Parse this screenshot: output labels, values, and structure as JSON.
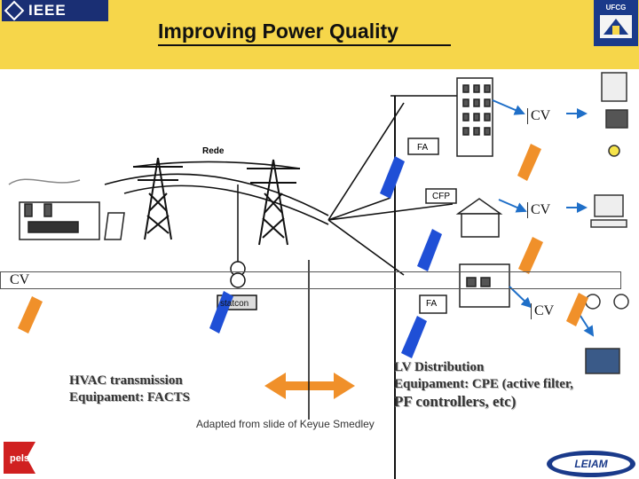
{
  "header": {
    "title": "Improving Power Quality",
    "ieee_logo_text": "IEEE",
    "ufcg_logo_text": "UFCG",
    "background_color": "#f6d64a"
  },
  "diagram": {
    "labels": {
      "rede": "Rede",
      "fa_upper": "FA",
      "cfp": "CFP",
      "fa_lower": "FA",
      "statcon": "statcon"
    },
    "cv_labels": {
      "top": "CV",
      "middle": "CV",
      "lower": "CV",
      "left": "CV"
    },
    "hvac_text": [
      "HVAC transmission",
      "Equipament: FACTS"
    ],
    "lv_text": [
      "LV Distribution",
      "Equipament: CPE (active filter,",
      "PF controllers, etc)"
    ],
    "credit": "Adapted from slide of Keyue Smedley",
    "arrow_colors": {
      "blue": "#1f4fd6",
      "orange": "#f0902a"
    }
  },
  "footer": {
    "pels_logo_text": "pels",
    "leiam_logo_text": "LEIAM"
  }
}
